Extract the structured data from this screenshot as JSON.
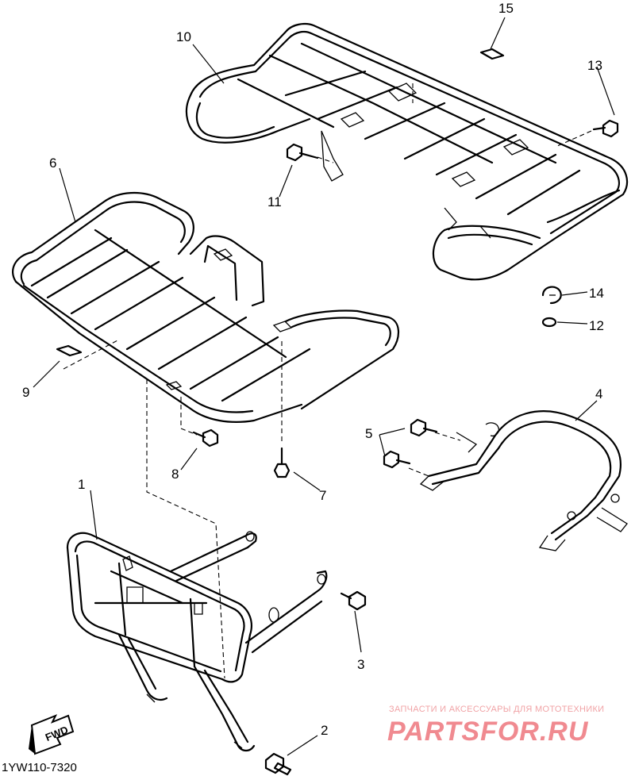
{
  "diagram": {
    "callouts": [
      "1",
      "2",
      "3",
      "4",
      "5",
      "6",
      "7",
      "8",
      "9",
      "10",
      "11",
      "12",
      "13",
      "14",
      "15"
    ],
    "drawing_code": "1YW110-7320",
    "direction_badge": "FWD",
    "icons": [
      "forward-arrow-icon"
    ]
  },
  "watermark": {
    "caption": "ЗАПЧАСТИ И АКСЕССУАРЫ ДЛЯ МОТОТЕХНИКИ",
    "brand": "PARTSFOR.RU",
    "color": "#f08a90"
  }
}
